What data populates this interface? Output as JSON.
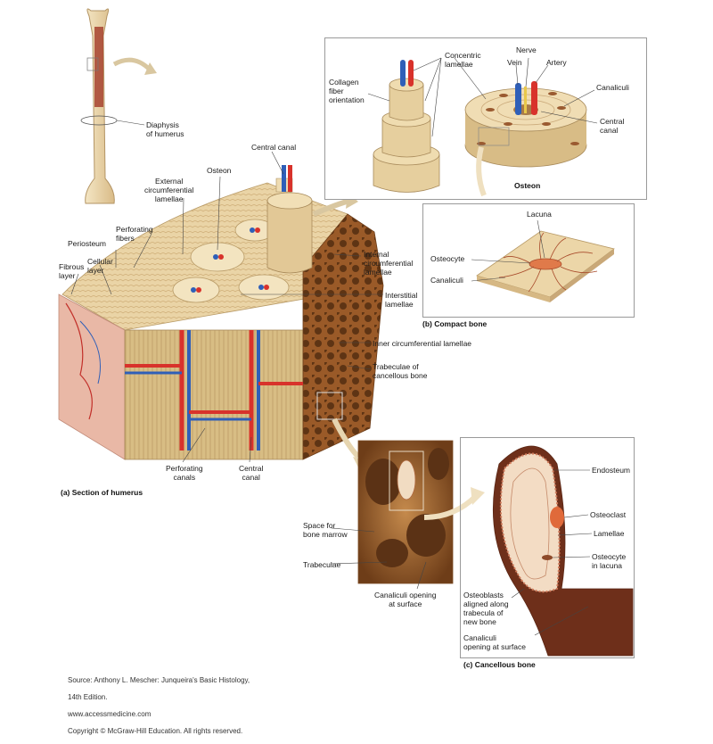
{
  "labels": {
    "diaphysis": "Diaphysis\nof humerus",
    "central_canal_top": "Central canal",
    "osteon": "Osteon",
    "external_lamellae": "External\ncircumferential\nlamellae",
    "perforating_fibers": "Perforating\nfibers",
    "periosteum": "Periosteum",
    "fibrous_layer": "Fibrous\nlayer",
    "cellular_layer": "Cellular\nlayer",
    "internal_lamellae": "Internal\ncircumferential\nlamellae",
    "interstitial_lamellae": "Interstitial\nlamellae",
    "inner_lamellae": "Inner circumferential lamellae",
    "trabeculae_cancellous": "Trabeculae of\ncancellous bone",
    "perforating_canals": "Perforating\ncanals",
    "central_canal_bottom": "Central\ncanal",
    "collagen_orientation": "Collagen\nfiber\norientation",
    "concentric_lamellae": "Concentric\nlamellae",
    "nerve": "Nerve",
    "vein": "Vein",
    "artery": "Artery",
    "canaliculi_top": "Canaliculi",
    "central_canal_osteon": "Central\ncanal",
    "osteon_caption": "Osteon",
    "lacuna": "Lacuna",
    "osteocyte": "Osteocyte",
    "canaliculi_mid": "Canaliculi",
    "space_marrow": "Space for\nbone marrow",
    "trabeculae": "Trabeculae",
    "canaliculi_opening": "Canaliculi opening\nat surface",
    "endosteum": "Endosteum",
    "osteoclast": "Osteoclast",
    "lamellae": "Lamellae",
    "osteocyte_lacuna": "Osteocyte\nin lacuna",
    "osteoblasts": "Osteoblasts\naligned along\ntrabecula of\nnew bone",
    "canaliculi_opening_surface": "Canaliculi\nopening at surface"
  },
  "captions": {
    "a": "(a) Section of humerus",
    "b": "(b) Compact bone",
    "c": "(c) Cancellous bone"
  },
  "source": {
    "line1": "Source: Anthony L. Mescher: Junqueira's Basic Histology,",
    "line2": "14th Edition.",
    "line3": "www.accessmedicine.com",
    "line4": "Copyright © McGraw-Hill Education. All rights reserved."
  },
  "colors": {
    "bone": "#ecd9b0",
    "bone_dark": "#c9a878",
    "artery": "#d8322b",
    "vein": "#2f5fb8",
    "periosteum": "#e8b4a4",
    "cancellous": "#a8672f",
    "marrow": "#7a4a22"
  }
}
